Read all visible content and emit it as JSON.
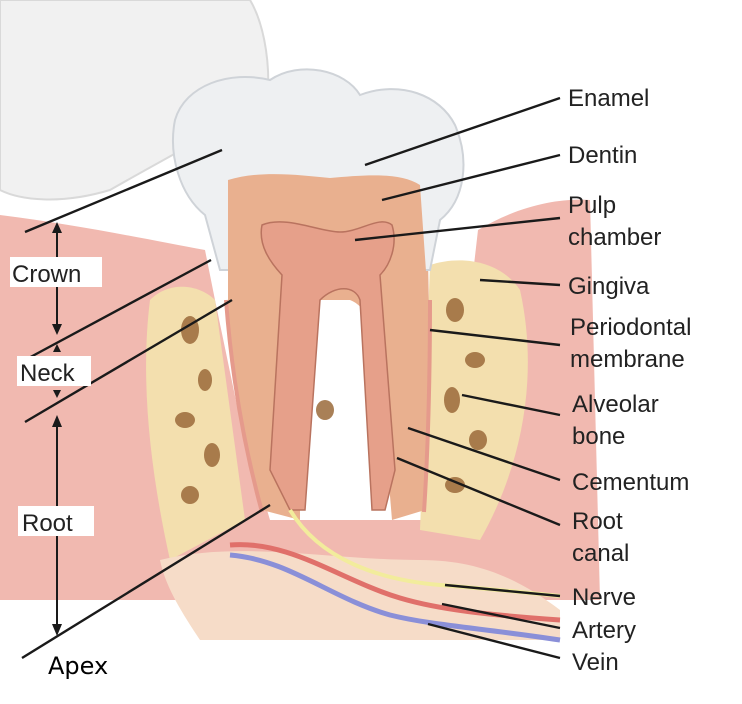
{
  "labels": {
    "enamel": "Enamel",
    "dentin": "Dentin",
    "pulp_chamber_1": "Pulp",
    "pulp_chamber_2": "chamber",
    "gingiva": "Gingiva",
    "periodontal_1": "Periodontal",
    "periodontal_2": "membrane",
    "alveolar_1": "Alveolar",
    "alveolar_2": "bone",
    "cementum": "Cementum",
    "root_canal_1": "Root",
    "root_canal_2": "canal",
    "nerve": "Nerve",
    "artery": "Artery",
    "vein": "Vein"
  },
  "regions": {
    "crown": "Crown",
    "neck": "Neck",
    "root": "Root",
    "apex": "Apex"
  },
  "colors": {
    "enamel": "#eef0f2",
    "dentin": "#e9b08f",
    "pulp": "#e6a08a",
    "gingiva": "#f1b9b0",
    "bone": "#f3dfae",
    "bone_spots": "#9b6a3a",
    "artery": "#e0706a",
    "vein": "#8a8fd8",
    "nerve": "#f2ec9c"
  }
}
